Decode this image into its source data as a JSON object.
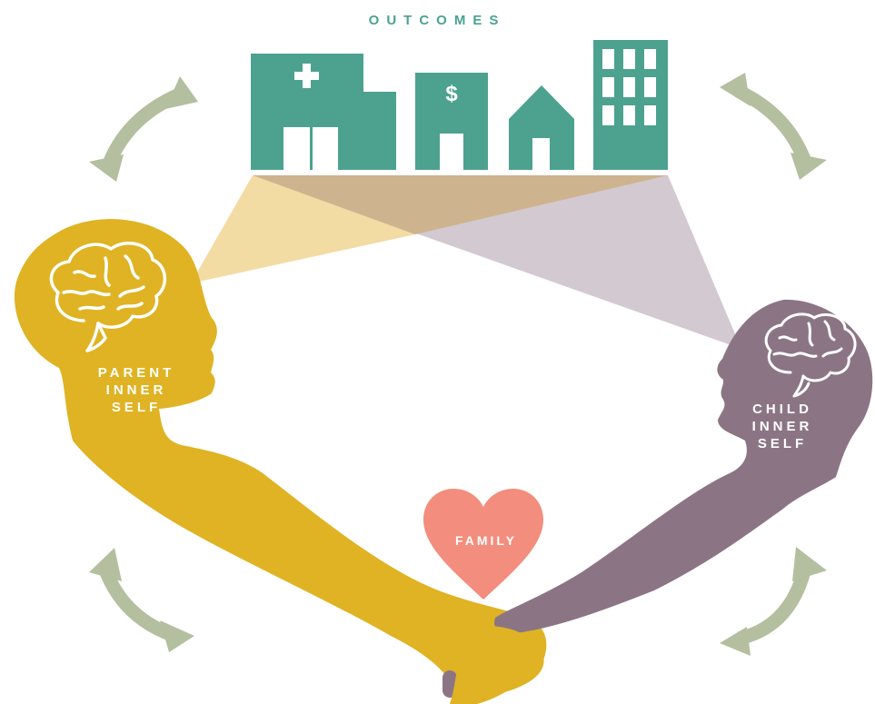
{
  "title": "OUTCOMES",
  "parent_label": [
    "PARENT",
    "INNER",
    "SELF"
  ],
  "child_label": [
    "CHILD",
    "INNER",
    "SELF"
  ],
  "family_label": "FAMILY",
  "buildings": [
    {
      "name": "hospital",
      "symbol": "+"
    },
    {
      "name": "bank",
      "symbol": "$"
    },
    {
      "name": "house",
      "symbol": ""
    },
    {
      "name": "office",
      "symbol": ""
    }
  ],
  "colors": {
    "teal": "#4ca28f",
    "parent_yellow": "#dfb323",
    "child_mauve": "#8b7585",
    "heart_coral": "#f38d7d",
    "arrow_sage": "#b3bf9f",
    "beam_yellow": "#f3dba4",
    "beam_mauve": "#d3c9d0",
    "beam_overlap": "#ceb38f"
  }
}
